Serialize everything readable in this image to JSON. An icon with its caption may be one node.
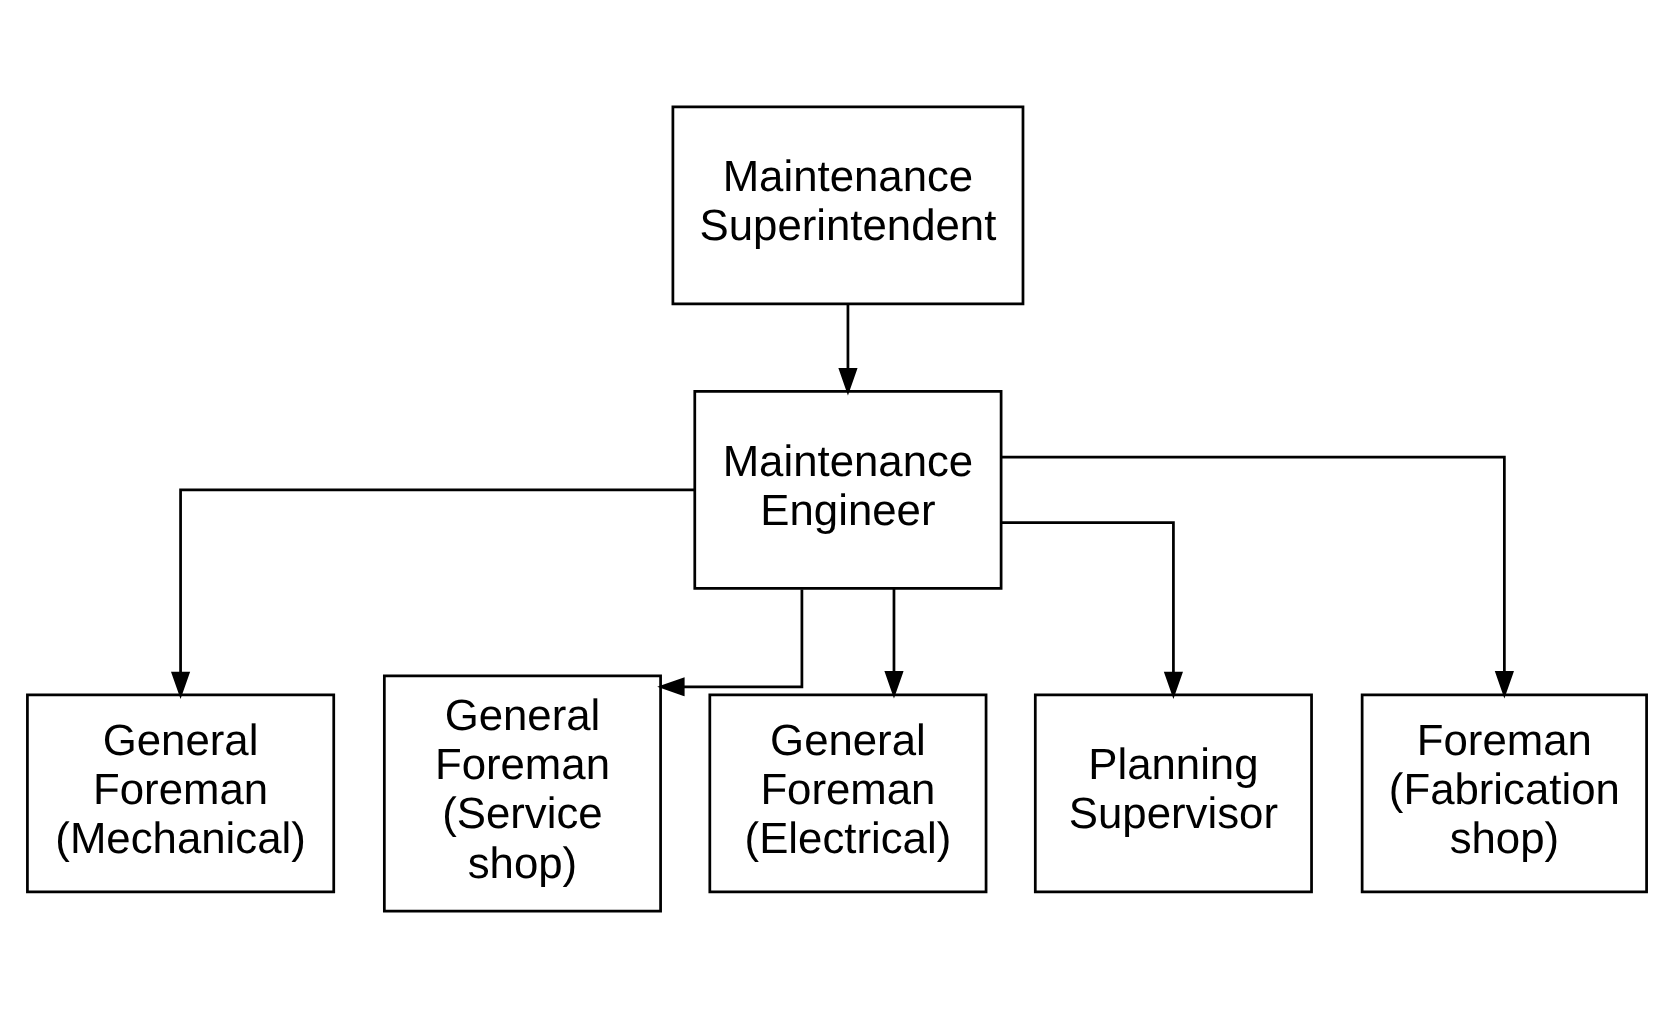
{
  "diagram": {
    "nodes": [
      {
        "text": [
          "Maintenance Superintendent"
        ]
      },
      {
        "text": [
          "Maintenance Engineer"
        ]
      },
      {
        "text": [
          "General Foreman (Mechanical)"
        ]
      },
      {
        "text": [
          "General Foreman (Service shop)"
        ]
      },
      {
        "text": [
          "General Foreman (Electrical)"
        ]
      },
      {
        "text": [
          "Planning Supervisor"
        ]
      },
      {
        "text": [
          "Foreman (Fabrication shop)"
        ]
      }
    ],
    "edges": [
      {
        "from": 0,
        "to": 1,
        "arrow": "to"
      },
      {
        "from": 1,
        "to": 2,
        "arrow": "to"
      },
      {
        "from": 1,
        "to": 3,
        "arrow": "to"
      },
      {
        "from": 1,
        "to": 4,
        "arrow": "to"
      },
      {
        "from": 1,
        "to": 5,
        "arrow": "to"
      },
      {
        "from": 1,
        "to": 6,
        "arrow": "to"
      }
    ]
  }
}
